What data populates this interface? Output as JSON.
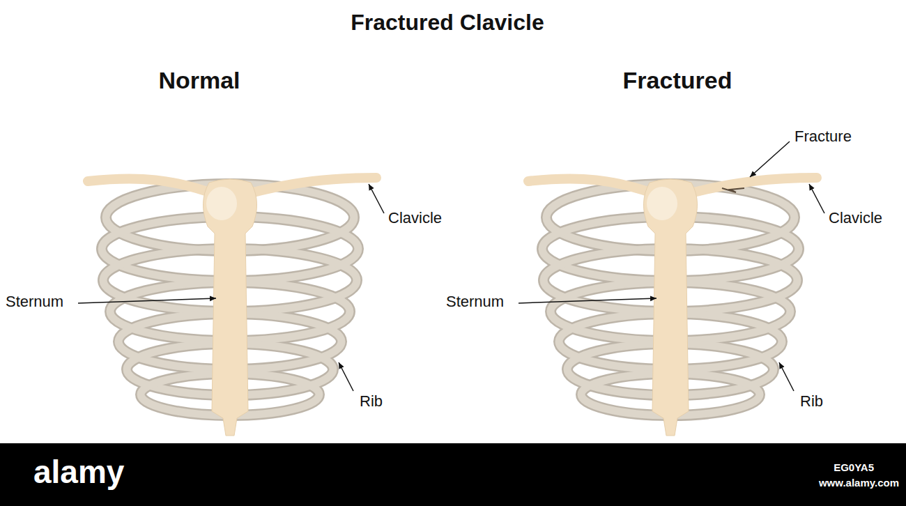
{
  "diagram": {
    "title": "Fractured Clavicle",
    "labels": [
      "Normal",
      "Fractured",
      "Clavicle",
      "Sternum",
      "Rib",
      "Fracture",
      "Clavicle",
      "Sternum",
      "Rib",
      "alamy",
      "www.alamy.com",
      "EG0YA5"
    ]
  }
}
